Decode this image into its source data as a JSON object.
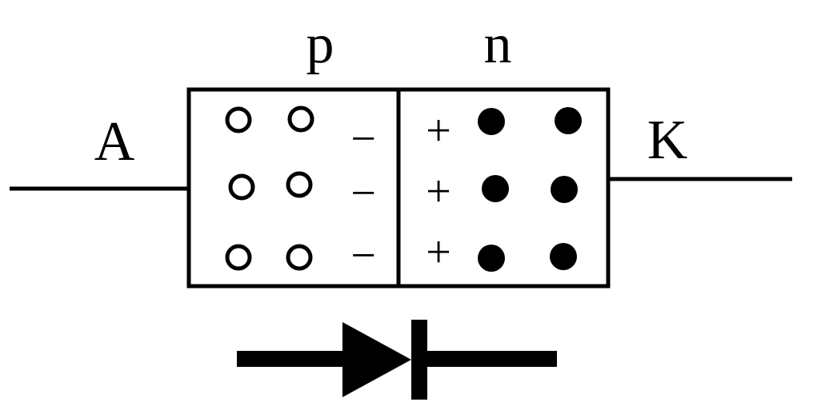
{
  "labels": {
    "p_region": "p",
    "n_region": "n",
    "anode": "A",
    "cathode": "K"
  },
  "p_region": {
    "rows": 3,
    "holes_per_row": 2,
    "charge_symbol": "−"
  },
  "n_region": {
    "rows": 3,
    "electrons_per_row": 2,
    "charge_symbol": "+"
  },
  "colors": {
    "ink": "#000000",
    "background": "#ffffff"
  },
  "symbol": {
    "type": "diode",
    "icon": "diode-symbol-icon"
  }
}
